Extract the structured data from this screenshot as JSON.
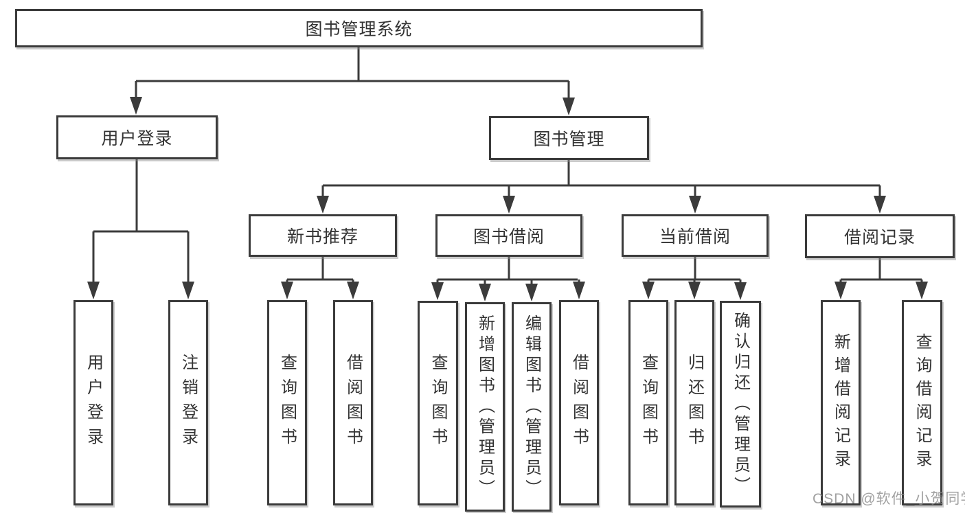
{
  "watermark": {
    "text": "CSDN @软件_小贺同学"
  },
  "colors": {
    "line": "#3b3b3b",
    "text": "#333333",
    "background": "#ffffff",
    "watermark": "#8a8a8a"
  },
  "tree": {
    "label": "图书管理系统",
    "children": [
      {
        "label": "用户登录",
        "children": [
          {
            "label": "用户登录"
          },
          {
            "label": "注销登录"
          }
        ]
      },
      {
        "label": "图书管理",
        "children": [
          {
            "label": "新书推荐",
            "children": [
              {
                "label": "查询图书"
              },
              {
                "label": "借阅图书"
              }
            ]
          },
          {
            "label": "图书借阅",
            "children": [
              {
                "label": "查询图书"
              },
              {
                "label": "新增图书（管理员）"
              },
              {
                "label": "编辑图书（管理员）"
              },
              {
                "label": "借阅图书"
              }
            ]
          },
          {
            "label": "当前借阅",
            "children": [
              {
                "label": "查询图书"
              },
              {
                "label": "归还图书"
              },
              {
                "label": "确认归还（管理员）"
              }
            ]
          },
          {
            "label": "借阅记录",
            "children": [
              {
                "label": "新增借阅记录"
              },
              {
                "label": "查询借阅记录"
              }
            ]
          }
        ]
      }
    ]
  }
}
